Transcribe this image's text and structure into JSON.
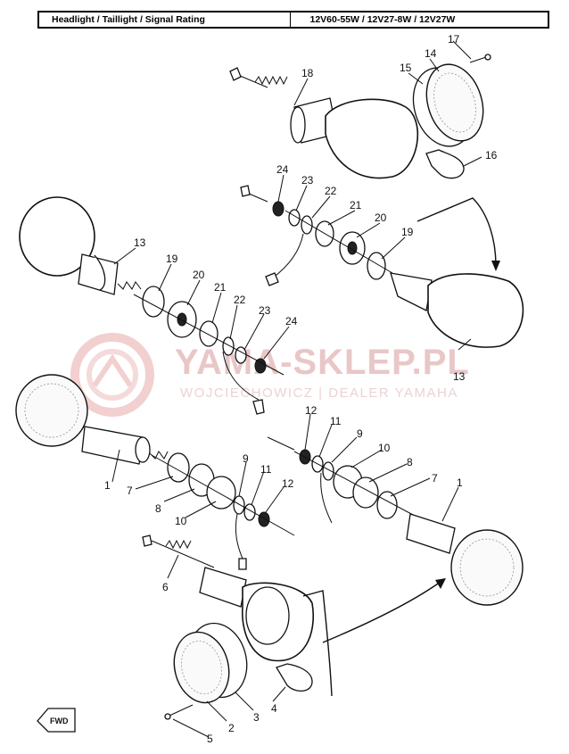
{
  "header": {
    "left": "Headlight / Taillight / Signal Rating",
    "right": "12V60-55W / 12V27-8W / 12V27W"
  },
  "watermark": {
    "title": "YAMA-SKLEP.PL",
    "subtitle": "WOJCIECHOWICZ | DEALER YAMAHA"
  },
  "badge": {
    "fwd": "FWD"
  },
  "callouts": [
    "1",
    "1",
    "2",
    "3",
    "4",
    "5",
    "6",
    "7",
    "7",
    "8",
    "8",
    "9",
    "9",
    "10",
    "10",
    "11",
    "11",
    "12",
    "12",
    "13",
    "13",
    "14",
    "15",
    "16",
    "17",
    "18",
    "19",
    "19",
    "20",
    "20",
    "21",
    "21",
    "22",
    "22",
    "23",
    "23",
    "24",
    "24"
  ]
}
